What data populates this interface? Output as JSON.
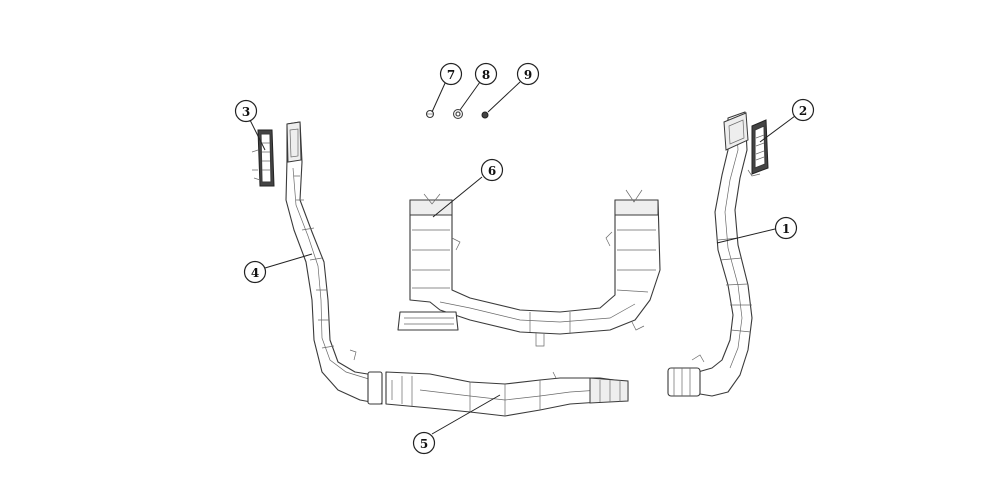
{
  "diagram": {
    "callouts": [
      {
        "id": "1",
        "label": "1"
      },
      {
        "id": "2",
        "label": "2"
      },
      {
        "id": "3",
        "label": "3"
      },
      {
        "id": "4",
        "label": "4"
      },
      {
        "id": "5",
        "label": "5"
      },
      {
        "id": "6",
        "label": "6"
      },
      {
        "id": "7",
        "label": "7"
      },
      {
        "id": "8",
        "label": "8"
      },
      {
        "id": "9",
        "label": "9"
      }
    ],
    "colors": {
      "line": "#3a3a3a",
      "fill": "#ffffff",
      "shade": "#eeeeee",
      "dark_part": "#444444"
    }
  }
}
